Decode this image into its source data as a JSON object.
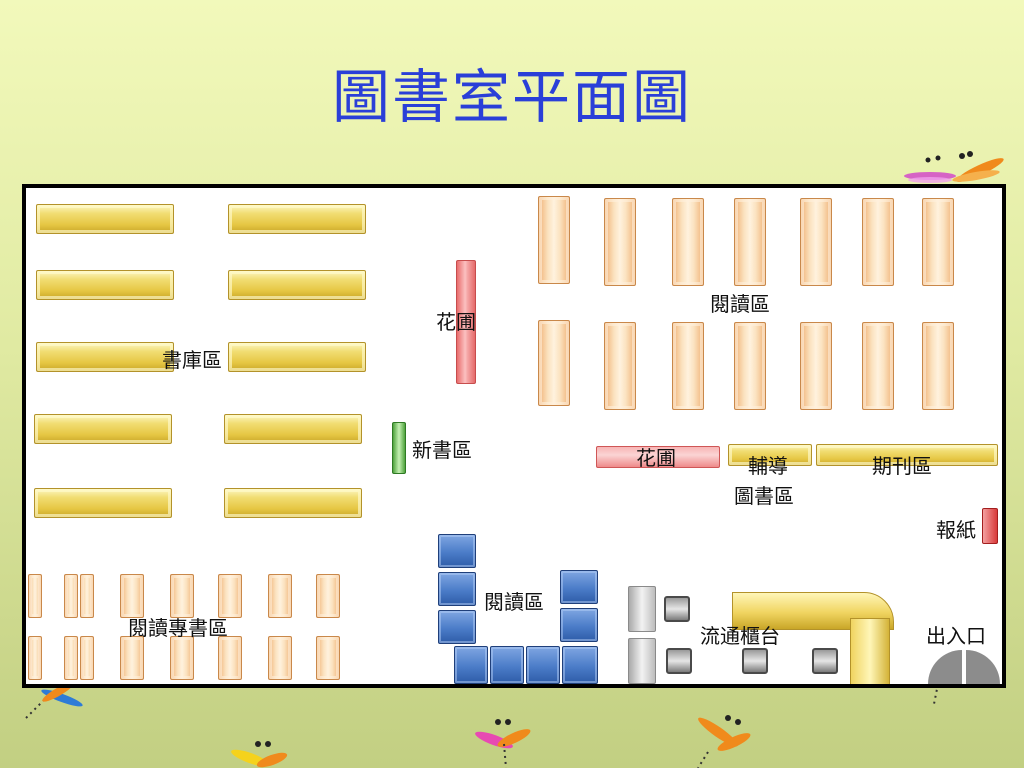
{
  "title": "圖書室平面圖",
  "labels": {
    "stacks": "書庫區",
    "garden_vertical": "花圃",
    "reading_top": "閱讀區",
    "new_books": "新書區",
    "garden_horizontal": "花圃",
    "guidance_line1": "輔導",
    "guidance_line2": "圖書區",
    "periodicals": "期刊區",
    "newspaper": "報紙",
    "reading_special": "閱讀專書區",
    "reading_blue": "閱讀區",
    "circulation_desk": "流通櫃台",
    "entrance": "出入口"
  },
  "colors": {
    "title": "#2a3fd8",
    "frame": "#000000",
    "stack_shelf": "#e6c744",
    "reading_table": "#fbe2bf",
    "garden": "#f4a3a3",
    "new_books": "#4ea33c",
    "blue_tables": "#4b7cc8",
    "newspaper": "#d83a3a"
  },
  "icons": [
    "dragonfly-icon"
  ]
}
